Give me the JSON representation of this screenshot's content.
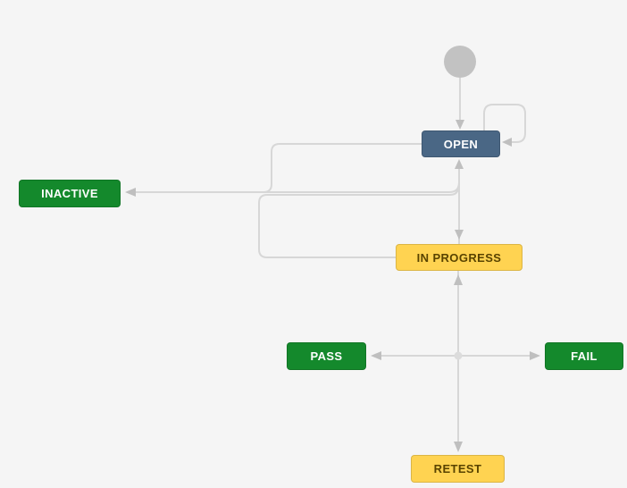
{
  "diagram": {
    "type": "workflow",
    "background_color": "#f5f5f5",
    "edge_color": "#d7d7d7",
    "arrow_color": "#bfbfbf",
    "junction_color": "#dcdcdc",
    "start_node": {
      "shape": "circle",
      "color": "#c2c2c2"
    },
    "nodes": {
      "open": {
        "label": "OPEN",
        "color": "#4a6785",
        "text_color": "#ffffff"
      },
      "inactive": {
        "label": "INACTIVE",
        "color": "#14892c",
        "text_color": "#ffffff"
      },
      "in_progress": {
        "label": "IN PROGRESS",
        "color": "#ffd351",
        "text_color": "#594300"
      },
      "pass": {
        "label": "PASS",
        "color": "#14892c",
        "text_color": "#ffffff"
      },
      "fail": {
        "label": "FAIL",
        "color": "#14892c",
        "text_color": "#ffffff"
      },
      "retest": {
        "label": "RETEST",
        "color": "#ffd351",
        "text_color": "#594300"
      }
    },
    "edges": [
      {
        "name": "start-to-open",
        "from": "start",
        "to": "open"
      },
      {
        "name": "open-self-loop",
        "from": "open",
        "to": "open"
      },
      {
        "name": "in-progress-to-open",
        "from": "in_progress",
        "to": "open"
      },
      {
        "name": "open-to-in-progress",
        "from": "open",
        "to": "in_progress"
      },
      {
        "name": "open-to-inactive",
        "from": "open",
        "to": "inactive"
      },
      {
        "name": "in-progress-to-inactive",
        "from": "in_progress",
        "to": "inactive"
      },
      {
        "name": "junction-to-pass",
        "from": "junction",
        "to": "pass"
      },
      {
        "name": "junction-to-fail",
        "from": "junction",
        "to": "fail"
      },
      {
        "name": "junction-to-in-progress",
        "from": "junction",
        "to": "in_progress"
      },
      {
        "name": "junction-to-retest",
        "from": "junction",
        "to": "retest"
      }
    ]
  }
}
